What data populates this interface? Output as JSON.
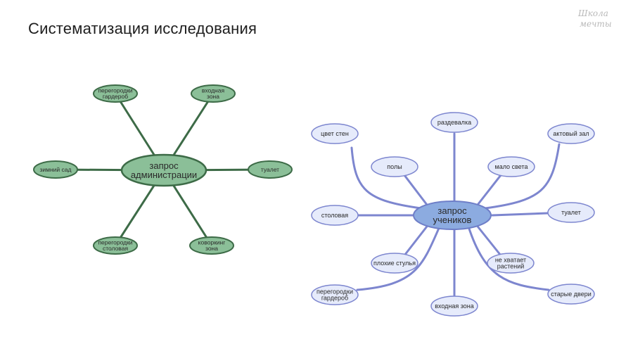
{
  "slide": {
    "title": "Систематизация исследования"
  },
  "logo": {
    "line1": "Школа",
    "line2": "мечты"
  },
  "colors": {
    "green_fill": "#8bbf98",
    "green_stroke": "#3d6b47",
    "green_line": "#3d6b47",
    "blue_fill": "#e6ebfb",
    "blue_stroke": "#7d86cf",
    "blue_line": "#7d86cf",
    "blue_center_fill": "#8cabe0",
    "blue_center_stroke": "#6f7fc8"
  },
  "admin_map": {
    "center": [
      "запрос",
      "администрации"
    ],
    "nodes": [
      [
        "перегородки",
        "гардероб"
      ],
      [
        "входная",
        "зона"
      ],
      [
        "зимний сад"
      ],
      [
        "туалет"
      ],
      [
        "перегородки",
        "столовая"
      ],
      [
        "коворкинг",
        "зона"
      ]
    ]
  },
  "student_map": {
    "center": [
      "запрос",
      "учеников"
    ],
    "nodes": [
      [
        "цвет стен"
      ],
      [
        "раздевалка"
      ],
      [
        "актовый зал"
      ],
      [
        "полы"
      ],
      [
        "мало света"
      ],
      [
        "столовая"
      ],
      [
        "туалет"
      ],
      [
        "плохие стулья"
      ],
      [
        "не хватает",
        "растений"
      ],
      [
        "перегородки",
        "гардероб"
      ],
      [
        "входная зона"
      ],
      [
        "старые двери"
      ]
    ]
  }
}
